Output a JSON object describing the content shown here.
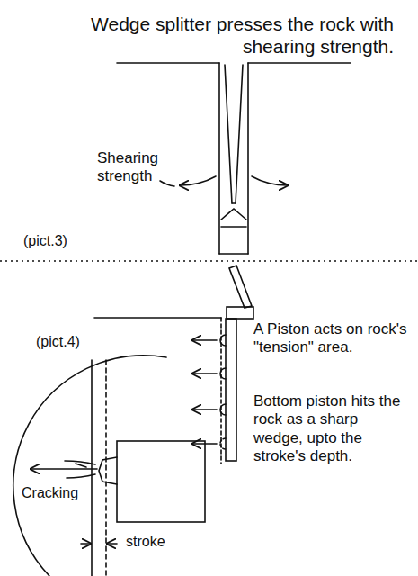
{
  "diagram": {
    "title": "Wedge splitter presses the rock with shearing strength.",
    "labels": [
      "Shearing strength",
      "(pict.3)",
      "(pict.4)",
      "A Piston acts on rock's \"tension\" area.",
      "Bottom piston hits the rock as a sharp wedge, upto the stroke's depth.",
      "Cracking",
      "stroke"
    ]
  }
}
